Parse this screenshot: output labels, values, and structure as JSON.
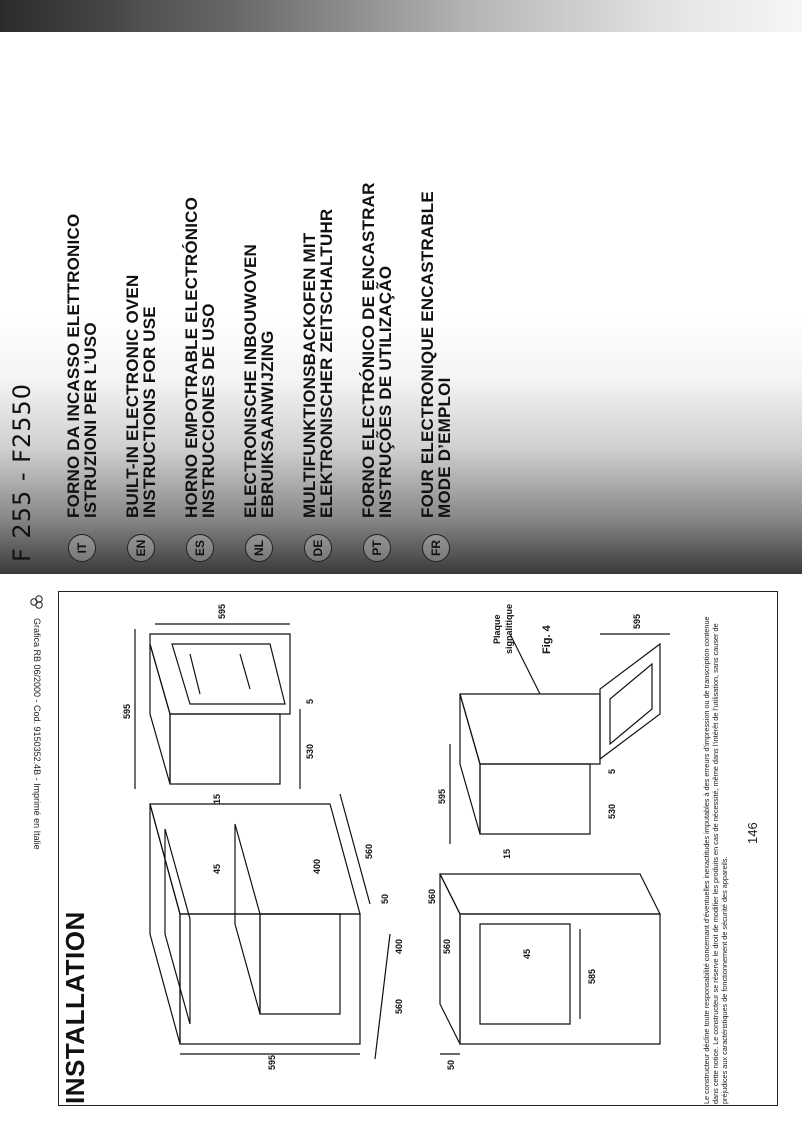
{
  "cover": {
    "model_code": "F 255  -  F2550",
    "languages": [
      {
        "code": "IT",
        "lines": [
          "FORNO DA INCASSO ELETTRONICO",
          "ISTRUZIONI PER L’USO"
        ]
      },
      {
        "code": "EN",
        "lines": [
          "BUILT-IN ELECTRONIC OVEN",
          "INSTRUCTIONS FOR USE"
        ]
      },
      {
        "code": "ES",
        "lines": [
          "HORNO EMPOTRABLE ELECTRÓNICO",
          "INSTRUCCIONES DE USO"
        ]
      },
      {
        "code": "NL",
        "lines": [
          "ELECTRONISCHE INBOUWOVEN",
          "EBRUIKSAANWIJZING"
        ]
      },
      {
        "code": "DE",
        "lines": [
          "MULTIFUNKTIONSBACKOFEN MIT",
          "ELEKTRONISCHER ZEITSCHALTUHR"
        ]
      },
      {
        "code": "PT",
        "lines": [
          "FORNO ELECTRÓNICO DE ENCASTRAR",
          "INSTRUÇÕES DE UTILIZAÇÃO"
        ]
      },
      {
        "code": "FR",
        "lines": [
          "FOUR ELECTRONIQUE ENCASTRABLE",
          "MODE D’EMPLOI"
        ]
      }
    ]
  },
  "print_info": "Grafica RB 06/2000 - Cod. 9150352.4B - Imprimé en Italie",
  "installation": {
    "title": "INSTALLATION",
    "figure1_dims": {
      "oven_width": "595",
      "oven_height": "595",
      "oven_depth": "530",
      "front_gap": "5",
      "cabinet_depth": "560",
      "cabinet_width": "595",
      "cabinet_depth_side": "560",
      "opening_depth": "400",
      "opening_depth_bottom": "400",
      "gap_15": "15",
      "gap_45": "45",
      "base_50": "50"
    },
    "figure2_dims": {
      "oven_width": "595",
      "oven_height": "595",
      "oven_depth": "530",
      "front_gap": "5",
      "cabinet_depth_top": "560",
      "cabinet_depth_inner": "560",
      "opening_height": "585",
      "gap_15": "15",
      "gap_45": "45",
      "base_50": "50"
    },
    "plate_label_1": "Plaque",
    "plate_label_2": "signalitique",
    "figure_label": "Fig. 4"
  },
  "footer": {
    "disclaimer": "Le constructeur décline toute responsabilité concernant d’éventuelles inexactitudes imputables à des erreurs d’impression ou de transcription contenue dans cette notice. Le constructeur se réserve le droit de modifier les produits en cas de nécessité, même dans l’intérêt de l’utilisation, sans causer de préjudices aux caractéristiques de fonctionnement de sécurité des appareils.",
    "page_number": "146"
  }
}
